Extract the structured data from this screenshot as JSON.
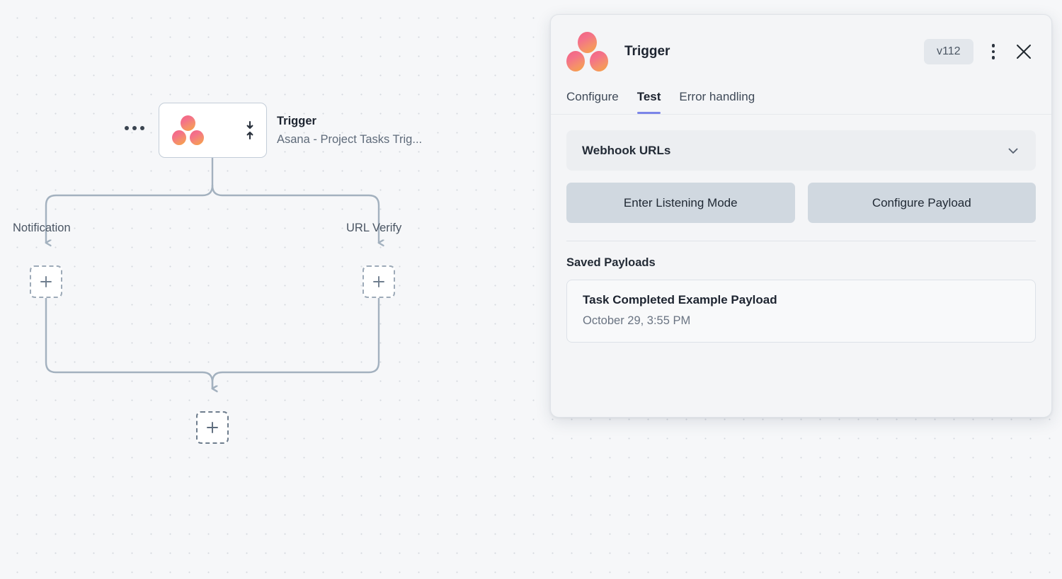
{
  "canvas": {
    "node": {
      "ellipsis_icon": "more-horizontal-icon",
      "logo_icon": "asana-logo-icon",
      "sync_icon": "sync-arrows-icon",
      "title": "Trigger",
      "subtitle": "Asana - Project Tasks Trig..."
    },
    "branches": [
      {
        "label": "Notification",
        "add_icon": "plus-icon"
      },
      {
        "label": "URL Verify",
        "add_icon": "plus-icon"
      }
    ],
    "merge_add": {
      "add_icon": "plus-icon"
    },
    "connector_color": "#a3b1bf",
    "dot_color": "#d4d8de"
  },
  "panel": {
    "logo_icon": "asana-logo-icon",
    "title": "Trigger",
    "version": "v112",
    "kebab_icon": "more-vertical-icon",
    "close_icon": "close-icon",
    "tabs": [
      {
        "label": "Configure",
        "active": false
      },
      {
        "label": "Test",
        "active": true
      },
      {
        "label": "Error handling",
        "active": false
      }
    ],
    "active_tab_color": "#7b85e8",
    "webhook_section": {
      "label": "Webhook URLs",
      "chevron_icon": "chevron-down-icon"
    },
    "buttons": [
      {
        "label": "Enter Listening Mode"
      },
      {
        "label": "Configure Payload"
      }
    ],
    "saved_payloads": {
      "title": "Saved Payloads",
      "items": [
        {
          "name": "Task Completed Example Payload",
          "date": "October 29, 3:55 PM"
        }
      ]
    }
  }
}
